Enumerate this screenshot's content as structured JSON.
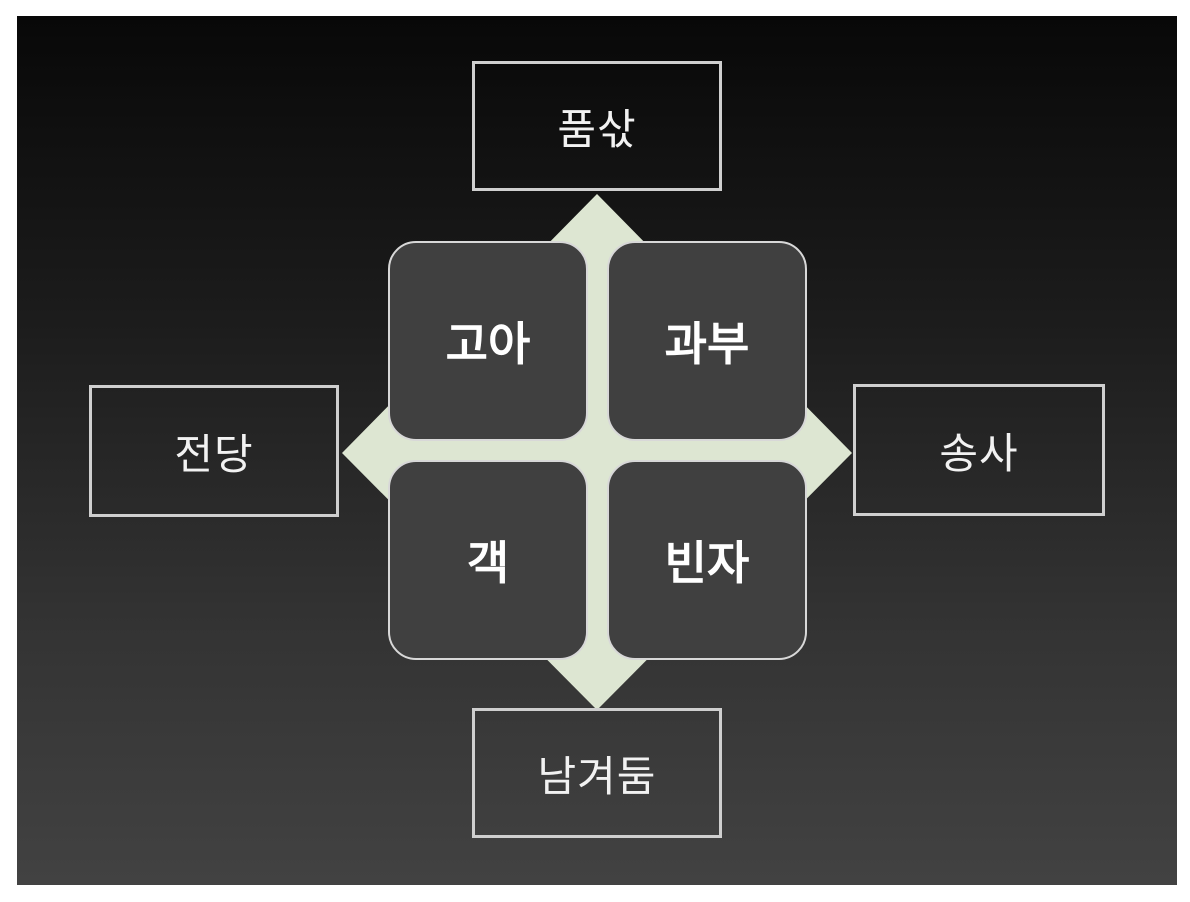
{
  "diagram": {
    "top_label": "품삯",
    "left_label": "전당",
    "right_label": "송사",
    "bottom_label": "남겨둠",
    "tiles": {
      "top_left": "고아",
      "top_right": "과부",
      "bottom_left": "객",
      "bottom_right": "빈자"
    }
  },
  "colors": {
    "background_top": "#080808",
    "background_bottom": "#424242",
    "diamond_fill": "#dde6d2",
    "tile_fill": "#404040",
    "border": "#cfcfcf",
    "text": "#ffffff"
  }
}
